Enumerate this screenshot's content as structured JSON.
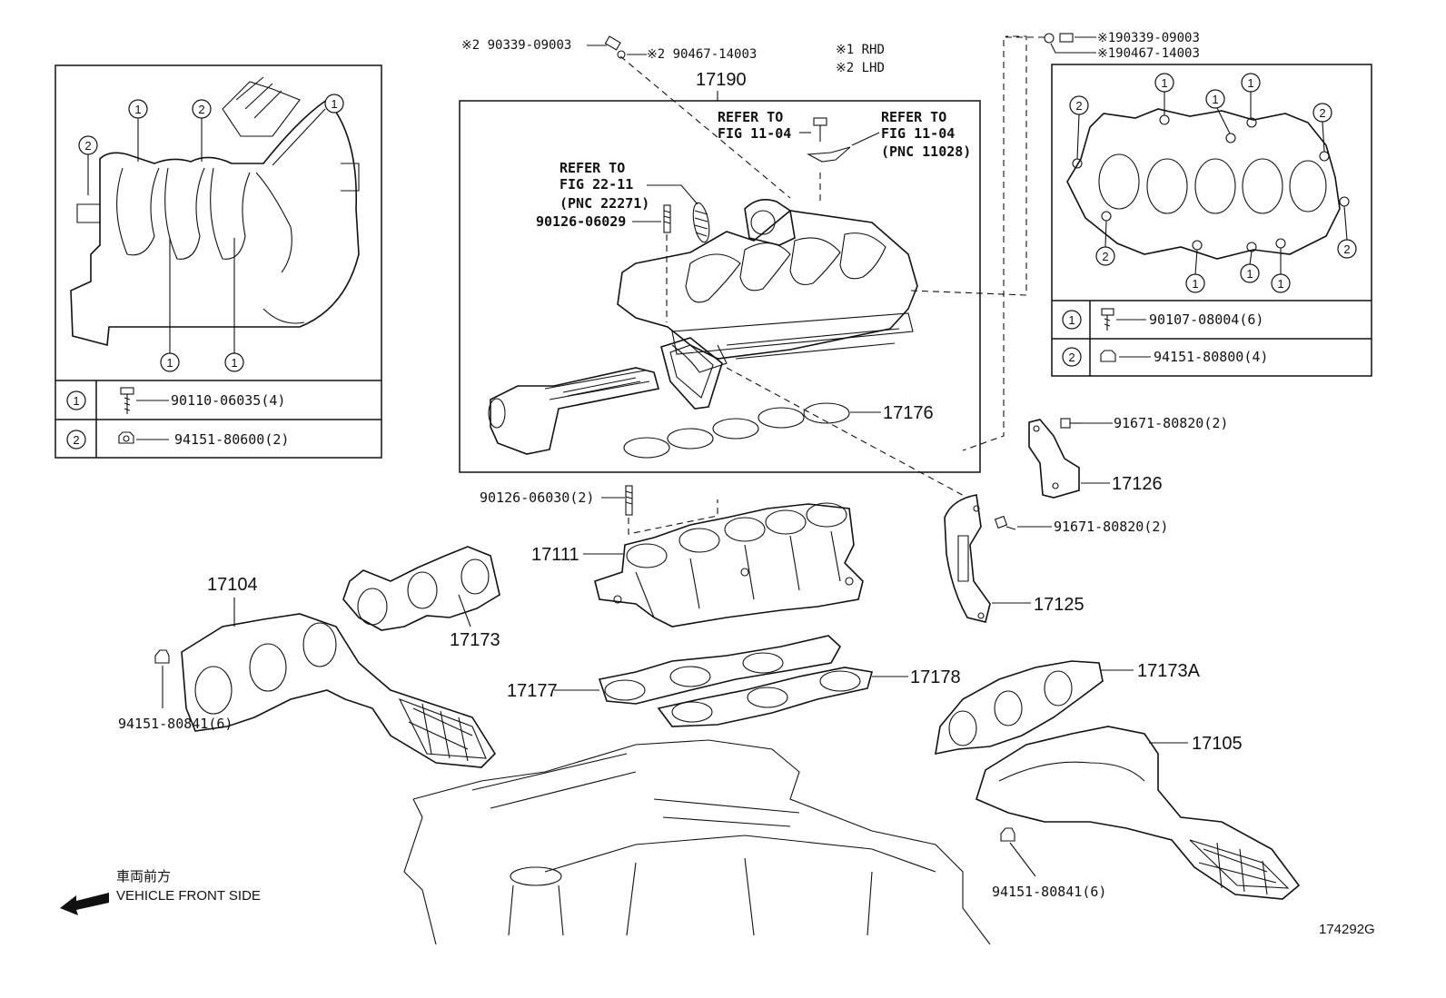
{
  "diagram_id": "174292G",
  "direction": {
    "jp": "車両前方",
    "en": "VEHICLE FRONT SIDE"
  },
  "notes": {
    "rhd": "※1 RHD",
    "lhd": "※2 LHD"
  },
  "top_left_parts": {
    "a": "※2 90339-09003",
    "b": "※2 90467-14003"
  },
  "top_right_parts": {
    "a": "※190339-09003",
    "b": "※190467-14003"
  },
  "main_assembly": "17190",
  "refs": {
    "r1_line1": "REFER TO",
    "r1_line2": "FIG 11-04",
    "r2_line1": "REFER TO",
    "r2_line2": "FIG 11-04",
    "r2_line3": "(PNC 11028)",
    "r3_line1": "REFER TO",
    "r3_line2": "FIG 22-11",
    "r3_line3": "(PNC 22271)"
  },
  "left_inset": {
    "legend": [
      {
        "num": "1",
        "part": "90110-06035(4)"
      },
      {
        "num": "2",
        "part": "94151-80600(2)"
      }
    ]
  },
  "right_inset": {
    "legend": [
      {
        "num": "1",
        "part": "90107-08004(6)"
      },
      {
        "num": "2",
        "part": "94151-80800(4)"
      }
    ]
  },
  "callouts": {
    "stud_a": "90126-06029",
    "gasket_17176": "17176",
    "bolt_bracket_a": "91671-80820(2)",
    "bracket_17126": "17126",
    "stud_b": "90126-06030(2)",
    "manifold_17111": "17111",
    "bolt_bracket_b": "91671-80820(2)",
    "bracket_17125": "17125",
    "exhaust_17104": "17104",
    "gasket_17173": "17173",
    "nut_left": "94151-80841(6)",
    "gasket_17177": "17177",
    "gasket_17178": "17178",
    "gasket_17173A": "17173A",
    "exhaust_17105": "17105",
    "nut_right": "94151-80841(6)"
  },
  "circle_labels": {
    "one": "1",
    "two": "2"
  }
}
